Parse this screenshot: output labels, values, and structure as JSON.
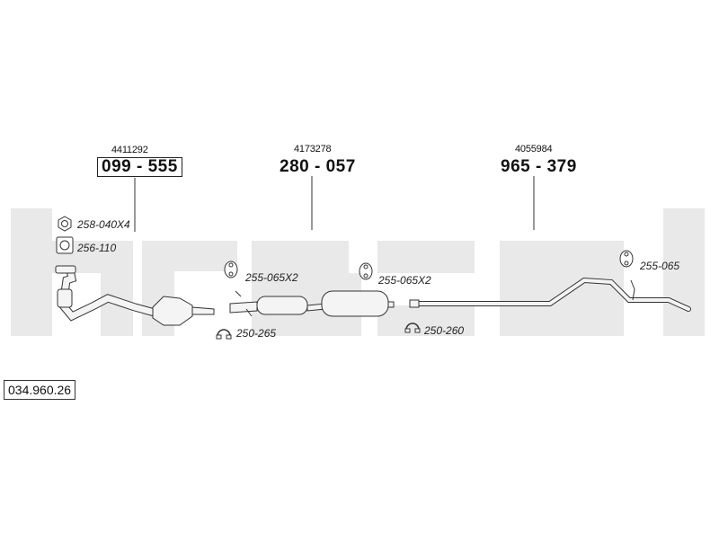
{
  "diagram_id": "034.960.26",
  "parts": [
    {
      "ref": "4411292",
      "number": "099 - 555"
    },
    {
      "ref": "4173278",
      "number": "280 - 057"
    },
    {
      "ref": "4055984",
      "number": "965 - 379"
    }
  ],
  "fittings": [
    {
      "label": "258-040X4",
      "icon": "nut-icon"
    },
    {
      "label": "256-110",
      "icon": "gasket-icon"
    },
    {
      "label": "255-065X2",
      "icon": "rubber-hanger-icon"
    },
    {
      "label": "250-265",
      "icon": "clamp-icon"
    },
    {
      "label": "255-065X2",
      "icon": "rubber-hanger-icon"
    },
    {
      "label": "250-260",
      "icon": "clamp-icon"
    },
    {
      "label": "255-065",
      "icon": "rubber-hanger-icon"
    }
  ],
  "colors": {
    "watermark": "#e9e9e9",
    "pipe": "#f2f2f2",
    "stroke": "#333333"
  }
}
